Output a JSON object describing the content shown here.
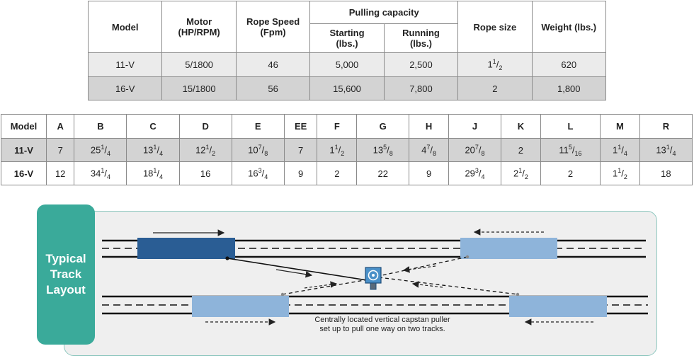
{
  "spec_table": {
    "headers": {
      "model": "Model",
      "motor": "Motor",
      "motor_unit": "(HP/RPM)",
      "rope_speed": "Rope Speed",
      "rope_speed_unit": "(Fpm)",
      "pulling_capacity": "Pulling capacity",
      "starting": "Starting",
      "starting_unit": "(lbs.)",
      "running": "Running",
      "running_unit": "(lbs.)",
      "rope_size": "Rope size",
      "weight": "Weight (lbs.)"
    },
    "rows": [
      {
        "model": "11-V",
        "motor": "5/1800",
        "rope_speed": "46",
        "starting": "5,000",
        "running": "2,500",
        "rope_whole": "1",
        "rope_num": "1",
        "rope_den": "2",
        "weight": "620"
      },
      {
        "model": "16-V",
        "motor": "15/1800",
        "rope_speed": "56",
        "starting": "15,600",
        "running": "7,800",
        "rope_whole": "2",
        "rope_num": "",
        "rope_den": "",
        "weight": "1,800"
      }
    ]
  },
  "dim_table": {
    "headers": [
      "Model",
      "A",
      "B",
      "C",
      "D",
      "E",
      "EE",
      "F",
      "G",
      "H",
      "J",
      "K",
      "L",
      "M",
      "R"
    ],
    "rows": [
      {
        "model": "11-V",
        "cells": [
          {
            "w": "7",
            "n": "",
            "d": ""
          },
          {
            "w": "25",
            "n": "1",
            "d": "4"
          },
          {
            "w": "13",
            "n": "1",
            "d": "4"
          },
          {
            "w": "12",
            "n": "1",
            "d": "2"
          },
          {
            "w": "10",
            "n": "7",
            "d": "8"
          },
          {
            "w": "7",
            "n": "",
            "d": ""
          },
          {
            "w": "1",
            "n": "1",
            "d": "2"
          },
          {
            "w": "13",
            "n": "5",
            "d": "8"
          },
          {
            "w": "4",
            "n": "7",
            "d": "8"
          },
          {
            "w": "20",
            "n": "7",
            "d": "8"
          },
          {
            "w": "2",
            "n": "",
            "d": ""
          },
          {
            "w": "11",
            "n": "5",
            "d": "16"
          },
          {
            "w": "1",
            "n": "1",
            "d": "4"
          },
          {
            "w": "13",
            "n": "1",
            "d": "4"
          }
        ]
      },
      {
        "model": "16-V",
        "cells": [
          {
            "w": "12",
            "n": "",
            "d": ""
          },
          {
            "w": "34",
            "n": "1",
            "d": "4"
          },
          {
            "w": "18",
            "n": "1",
            "d": "4"
          },
          {
            "w": "16",
            "n": "",
            "d": ""
          },
          {
            "w": "16",
            "n": "3",
            "d": "4"
          },
          {
            "w": "9",
            "n": "",
            "d": ""
          },
          {
            "w": "2",
            "n": "",
            "d": ""
          },
          {
            "w": "22",
            "n": "",
            "d": ""
          },
          {
            "w": "9",
            "n": "",
            "d": ""
          },
          {
            "w": "29",
            "n": "3",
            "d": "4"
          },
          {
            "w": "2",
            "n": "1",
            "d": "2"
          },
          {
            "w": "2",
            "n": "",
            "d": ""
          },
          {
            "w": "1",
            "n": "1",
            "d": "2"
          },
          {
            "w": "18",
            "n": "",
            "d": ""
          }
        ]
      }
    ]
  },
  "layout": {
    "tab_line1": "Typical",
    "tab_line2": "Track",
    "tab_line3": "Layout",
    "caption_line1": "Centrally located vertical capstan puller",
    "caption_line2": "set up to pull one way on two tracks.",
    "colors": {
      "dark_car": "#2a5d94",
      "light_car": "#8eb4da",
      "teal": "#3aaa9a",
      "puller": "#4a90c8"
    }
  }
}
